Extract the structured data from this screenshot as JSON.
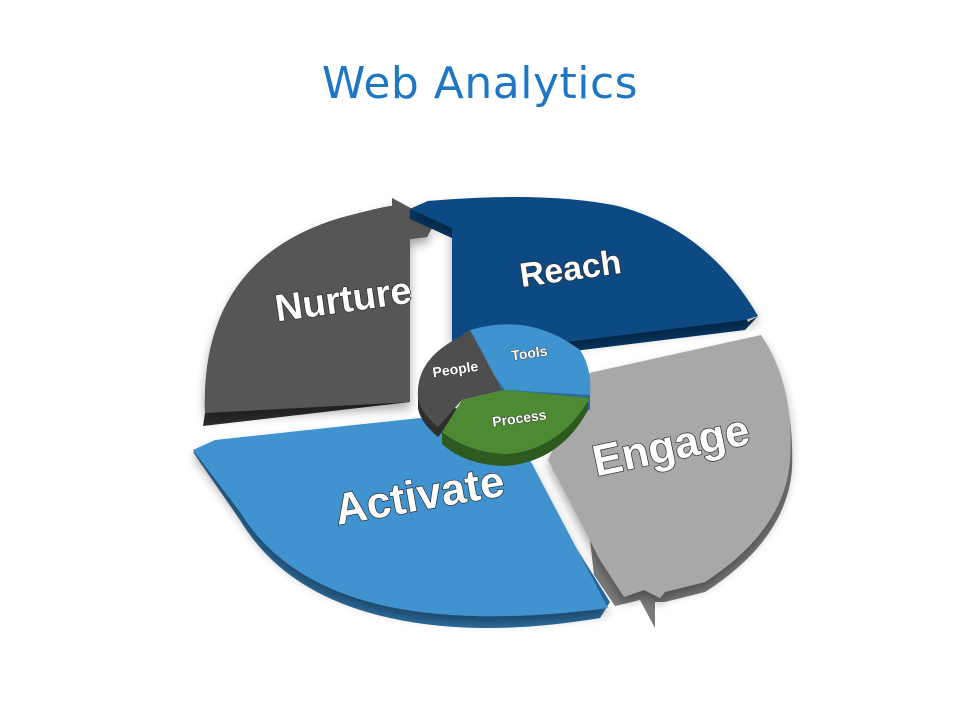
{
  "title": "Web Analytics",
  "cycle": {
    "segments": [
      {
        "label": "Reach",
        "color": "#0b4a82"
      },
      {
        "label": "Engage",
        "color": "#a8a8a8"
      },
      {
        "label": "Activate",
        "color": "#3f93cf"
      },
      {
        "label": "Nurture",
        "color": "#565656"
      }
    ],
    "hub": [
      {
        "label": "Tools",
        "color": "#3f93cf"
      },
      {
        "label": "Process",
        "color": "#4d8a33"
      },
      {
        "label": "People",
        "color": "#4e4e4e"
      }
    ]
  }
}
